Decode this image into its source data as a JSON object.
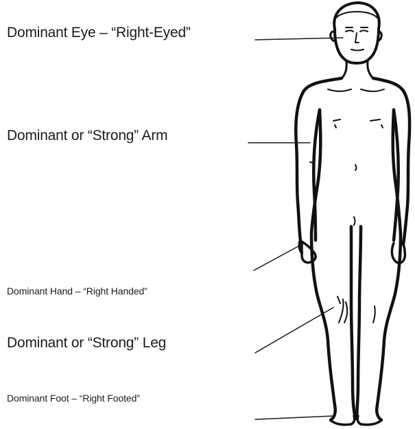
{
  "labels": {
    "eye": "Dominant Eye – “Right-Eyed”",
    "arm": "Dominant or “Strong” Arm",
    "hand": "Dominant Hand – “Right Handed”",
    "leg": "Dominant or “Strong” Leg",
    "foot": "Dominant Foot – “Right Footed”"
  },
  "colors": {
    "ink": "#1a1a1a",
    "background": "#ffffff"
  }
}
